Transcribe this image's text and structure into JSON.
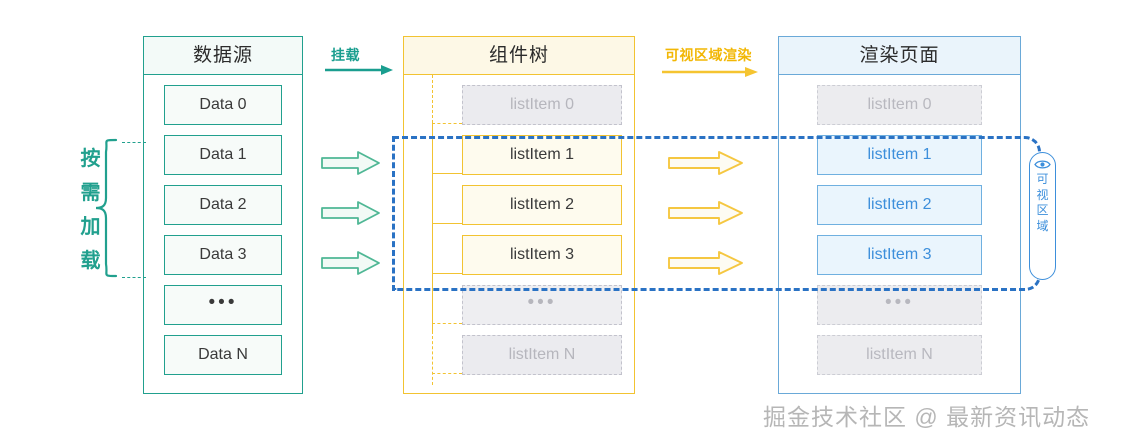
{
  "diagram": {
    "title_hidden": "",
    "columns": [
      {
        "id": "source",
        "header": "数据源",
        "accent": "#21a08e",
        "items": [
          {
            "label": "Data 0",
            "state": "normal"
          },
          {
            "label": "Data 1",
            "state": "normal"
          },
          {
            "label": "Data 2",
            "state": "normal"
          },
          {
            "label": "Data 3",
            "state": "normal"
          },
          {
            "label": "•••",
            "state": "dots"
          },
          {
            "label": "Data N",
            "state": "normal"
          }
        ]
      },
      {
        "id": "tree",
        "header": "组件树",
        "accent": "#f2c331",
        "items": [
          {
            "label": "listItem 0",
            "state": "ghost"
          },
          {
            "label": "listItem 1",
            "state": "active"
          },
          {
            "label": "listItem 2",
            "state": "active"
          },
          {
            "label": "listItem 3",
            "state": "active"
          },
          {
            "label": "•••",
            "state": "ghost-dots"
          },
          {
            "label": "listItem N",
            "state": "ghost"
          }
        ]
      },
      {
        "id": "render",
        "header": "渲染页面",
        "accent": "#6aa9d8",
        "items": [
          {
            "label": "listItem 0",
            "state": "grey"
          },
          {
            "label": "listItem 1",
            "state": "active"
          },
          {
            "label": "listItem 2",
            "state": "active"
          },
          {
            "label": "listItem 3",
            "state": "active"
          },
          {
            "label": "•••",
            "state": "grey-dots"
          },
          {
            "label": "listItem N",
            "state": "grey"
          }
        ]
      }
    ],
    "flows": [
      {
        "id": "mount",
        "label": "挂载",
        "color": "#1a9e8f"
      },
      {
        "id": "render",
        "label": "可视区域渲染",
        "color": "#f5c430"
      }
    ],
    "annotations": {
      "on_demand_load": "按需加载",
      "on_demand_color": "#21a08e",
      "visible_region": "可视区域",
      "visible_region_color": "#3d8fdb",
      "visible_region_icon": "eye-icon"
    },
    "watermark": "掘金技术社区 @ 最新资讯动态"
  }
}
